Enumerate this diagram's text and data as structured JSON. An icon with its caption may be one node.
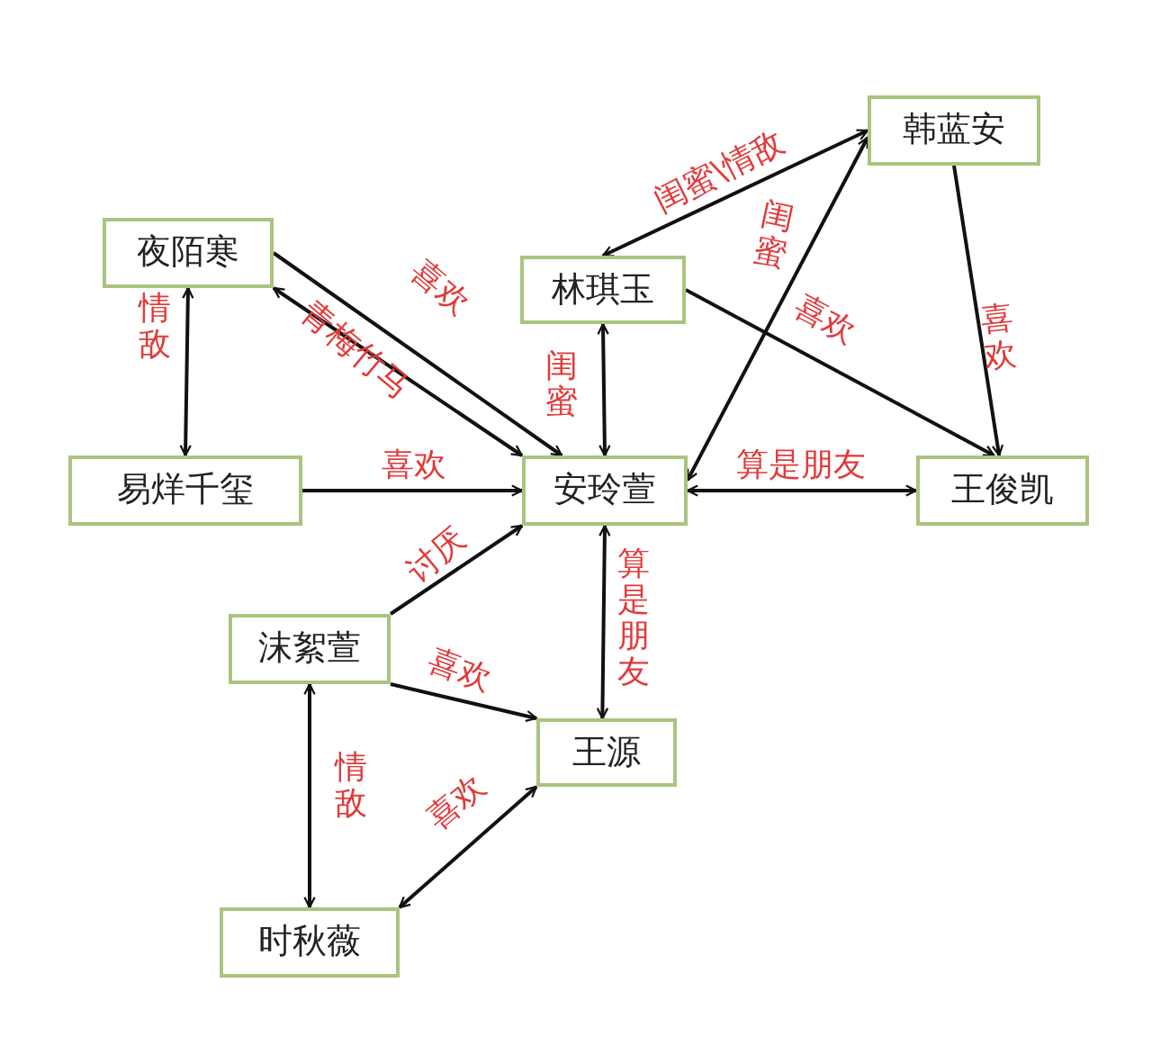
{
  "diagram": {
    "nodes": [
      {
        "text": [
          "韩蓝安"
        ]
      },
      {
        "text": [
          "夜陌寒"
        ]
      },
      {
        "text": [
          "林琪玉"
        ]
      },
      {
        "text": [
          "易烊千玺"
        ]
      },
      {
        "text": [
          "安玲萱"
        ]
      },
      {
        "text": [
          "王俊凯"
        ]
      },
      {
        "text": [
          "沫絮萱"
        ]
      },
      {
        "text": [
          "王源"
        ]
      },
      {
        "text": [
          "时秋薇"
        ]
      }
    ],
    "edges": [
      {
        "from": 2,
        "to": 0,
        "arrow": "both",
        "label": "闺蜜\\情敌"
      },
      {
        "from": 4,
        "to": 0,
        "arrow": "both",
        "label": "闺蜜"
      },
      {
        "from": 0,
        "to": 5,
        "arrow": "to",
        "label": "喜欢"
      },
      {
        "from": 1,
        "to": 4,
        "arrow": "to",
        "label": "喜欢"
      },
      {
        "from": 1,
        "to": 4,
        "arrow": "both",
        "label": "青梅竹马"
      },
      {
        "from": 1,
        "to": 3,
        "arrow": "both",
        "label": "情敌"
      },
      {
        "from": 2,
        "to": 4,
        "arrow": "both",
        "label": "闺蜜"
      },
      {
        "from": 2,
        "to": 5,
        "arrow": "to",
        "label": "喜欢"
      },
      {
        "from": 3,
        "to": 4,
        "arrow": "to",
        "label": "喜欢"
      },
      {
        "from": 4,
        "to": 5,
        "arrow": "both",
        "label": "算是朋友"
      },
      {
        "from": 4,
        "to": 7,
        "arrow": "both",
        "label": "算是朋友"
      },
      {
        "from": 6,
        "to": 4,
        "arrow": "to",
        "label": "讨厌"
      },
      {
        "from": 6,
        "to": 7,
        "arrow": "to",
        "label": "喜欢"
      },
      {
        "from": 6,
        "to": 8,
        "arrow": "both",
        "label": "情敌"
      },
      {
        "from": 8,
        "to": 7,
        "arrow": "both",
        "label": "喜欢"
      }
    ]
  }
}
